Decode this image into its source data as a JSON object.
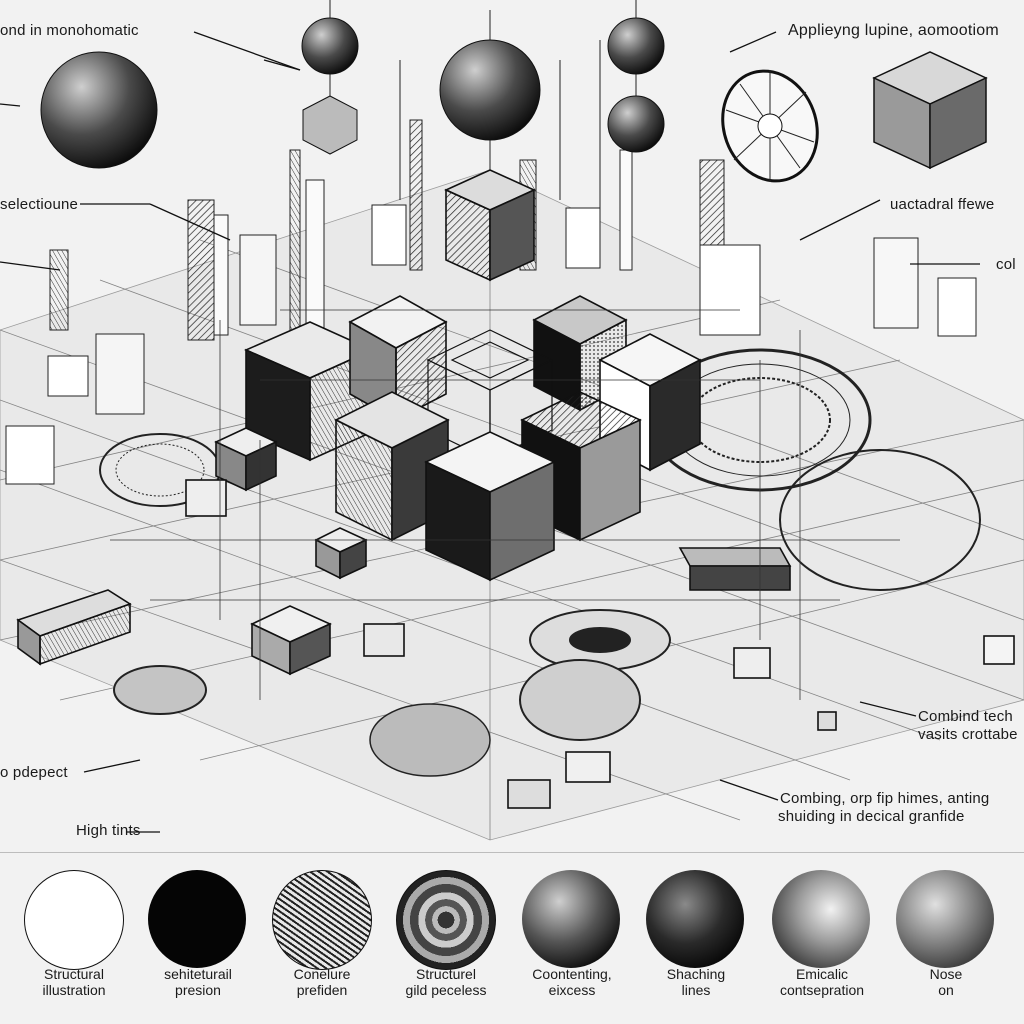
{
  "callouts": {
    "top_left": "ond in monohomatic",
    "top_right": "Applieyng lupine, aomootiom",
    "left_mid": "selectioune",
    "right_mid": "uactadral ffewe",
    "right_mid2": "col",
    "left_bottom": "o pdepect",
    "high_tints": "High tints",
    "right_bottom_1": "Combind tech",
    "right_bottom_2": "vasits crottabe",
    "right_lower_1": "Combing, orp fip himes, anting",
    "right_lower_2": "shuiding in decical granfide"
  },
  "swatches": [
    {
      "caption": "Structural\nillustration",
      "fill": "#ffffff"
    },
    {
      "caption": "sehiteturail\npresion",
      "fill": "#050505"
    },
    {
      "caption": "Conelure\nprefiden",
      "fill": "hatch"
    },
    {
      "caption": "Structurel\ngild peceless",
      "fill": "mosaic"
    },
    {
      "caption": "Coontenting,\neixcess",
      "fill": "stipple-dark"
    },
    {
      "caption": "Shaching\nlines",
      "fill": "stipple-black"
    },
    {
      "caption": "Emicalic\ncontsepration",
      "fill": "gradient"
    },
    {
      "caption": "Nose\non",
      "fill": "noise"
    }
  ],
  "colors": {
    "background": "#f2f2f2",
    "ink": "#111111"
  }
}
